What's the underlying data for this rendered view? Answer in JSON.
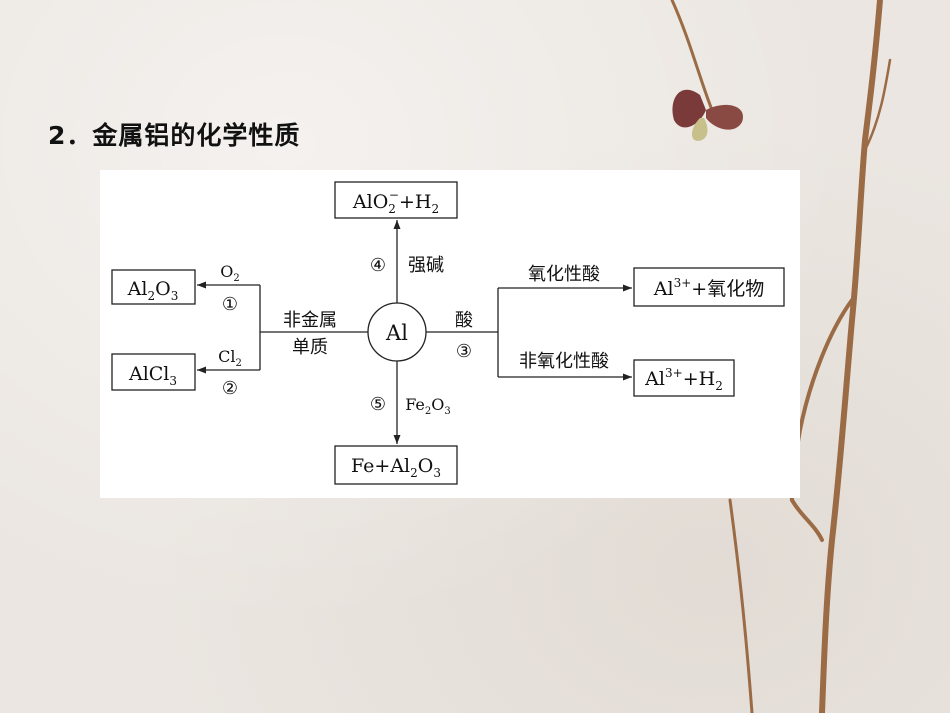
{
  "heading": "2．金属铝的化学性质",
  "center": "Al",
  "nodes": {
    "top": "AlO2−+H2",
    "al2o3": "Al2O3",
    "alcl3": "AlCl3",
    "bottom": "Fe+Al2O3",
    "right_top": "Al3++氧化物",
    "right_bottom": "Al3++H2"
  },
  "labels": {
    "nonmetal_line1": "非金属",
    "nonmetal_line2": "单质",
    "o2": "O2",
    "cl2": "Cl2",
    "strong_base": "强碱",
    "acid": "酸",
    "oxidizing_acid": "氧化性酸",
    "nonoxidizing_acid": "非氧化性酸",
    "fe2o3": "Fe2O3"
  },
  "markers": {
    "m1": "①",
    "m2": "②",
    "m3": "③",
    "m4": "④",
    "m5": "⑤"
  }
}
